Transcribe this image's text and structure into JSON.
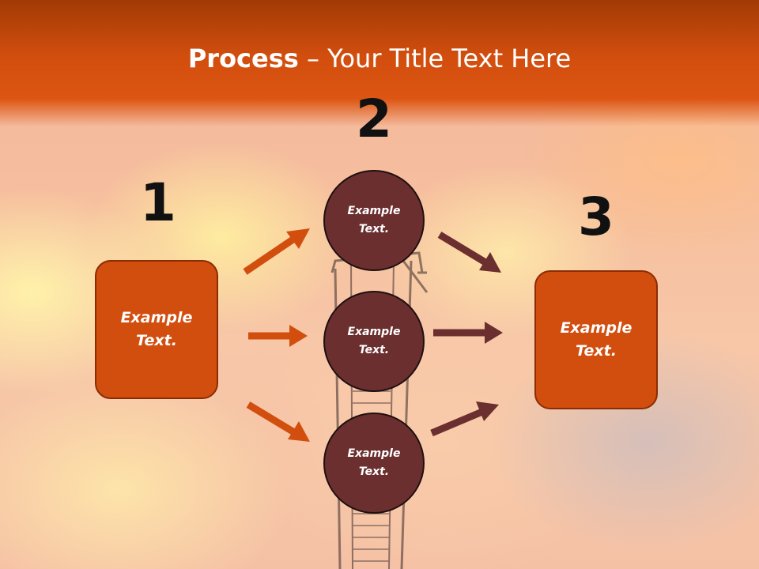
{
  "slide": {
    "title_bold": "Process",
    "title_rest": " – Your Title Text Here",
    "numbers": [
      "1",
      "2",
      "3"
    ],
    "box_left_text": "Example\nText.",
    "box_right_text": "Example\nText.",
    "circle_top_text": "Example\nText.",
    "circle_mid_text": "Example\nText.",
    "circle_bot_text": "Example\nText."
  },
  "colors": {
    "title_bar": "#d24e0e",
    "box_fill": "#d24e0e",
    "circle_fill": "#6b2f2f",
    "arrow_orange": "#d24e0e",
    "arrow_brown": "#6b2f2f"
  }
}
